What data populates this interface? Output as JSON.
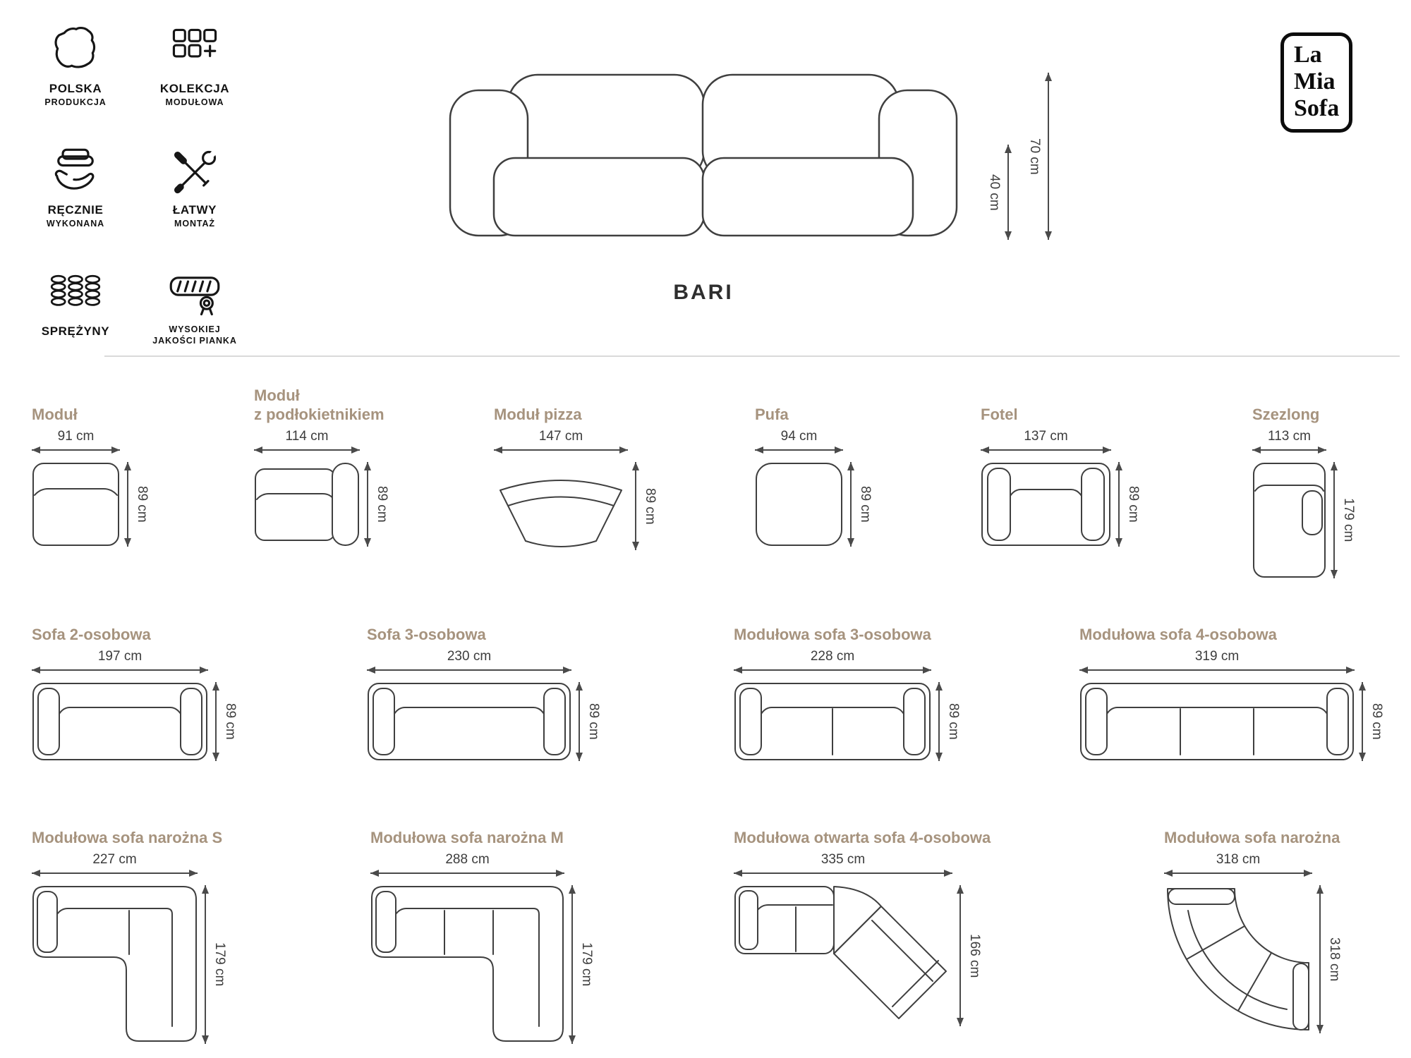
{
  "brand": {
    "line1": "La",
    "line2": "Mia",
    "line3": "Sofa"
  },
  "colors": {
    "line": "#3f3f3f",
    "label": "#a6937e",
    "dimension": "#3c3c3c"
  },
  "features": [
    {
      "line1": "POLSKA",
      "line2": "PRODUKCJA",
      "icon": "poland-map-icon"
    },
    {
      "line1": "KOLEKCJA",
      "line2": "MODUŁOWA",
      "icon": "modular-collection-icon"
    },
    {
      "line1": "RĘCZNIE",
      "line2": "WYKONANA",
      "icon": "handmade-icon"
    },
    {
      "line1": "ŁATWY",
      "line2": "MONTAŻ",
      "icon": "easy-assembly-icon"
    },
    {
      "line1": "SPRĘŻYNY",
      "line2": "",
      "icon": "springs-icon"
    },
    {
      "line1": "WYSOKIEJ",
      "line2": "JAKOŚCI PIANKA",
      "icon": "foam-quality-icon"
    }
  ],
  "hero": {
    "title": "BARI",
    "total_height": "70 cm",
    "seat_height": "40 cm"
  },
  "modules": [
    {
      "name": "Moduł",
      "width": "91 cm",
      "height": "89 cm"
    },
    {
      "name": "Moduł\nz podłokietnikiem",
      "width": "114 cm",
      "height": "89 cm"
    },
    {
      "name": "Moduł pizza",
      "width": "147 cm",
      "height": "89 cm"
    },
    {
      "name": "Pufa",
      "width": "94 cm",
      "height": "89 cm"
    },
    {
      "name": "Fotel",
      "width": "137 cm",
      "height": "89 cm"
    },
    {
      "name": "Szezlong",
      "width": "113 cm",
      "height": "179 cm"
    },
    {
      "name": "Sofa 2-osobowa",
      "width": "197 cm",
      "height": "89 cm"
    },
    {
      "name": "Sofa 3-osobowa",
      "width": "230 cm",
      "height": "89 cm"
    },
    {
      "name": "Modułowa sofa 3-osobowa",
      "width": "228 cm",
      "height": "89 cm"
    },
    {
      "name": "Modułowa sofa 4-osobowa",
      "width": "319 cm",
      "height": "89 cm"
    },
    {
      "name": "Modułowa sofa narożna S",
      "width": "227 cm",
      "height": "179 cm"
    },
    {
      "name": "Modułowa sofa narożna M",
      "width": "288 cm",
      "height": "179 cm"
    },
    {
      "name": "Modułowa otwarta sofa 4-osobowa",
      "width": "335 cm",
      "height": "166 cm"
    },
    {
      "name": "Modułowa sofa narożna",
      "width": "318 cm",
      "height": "318 cm"
    }
  ]
}
